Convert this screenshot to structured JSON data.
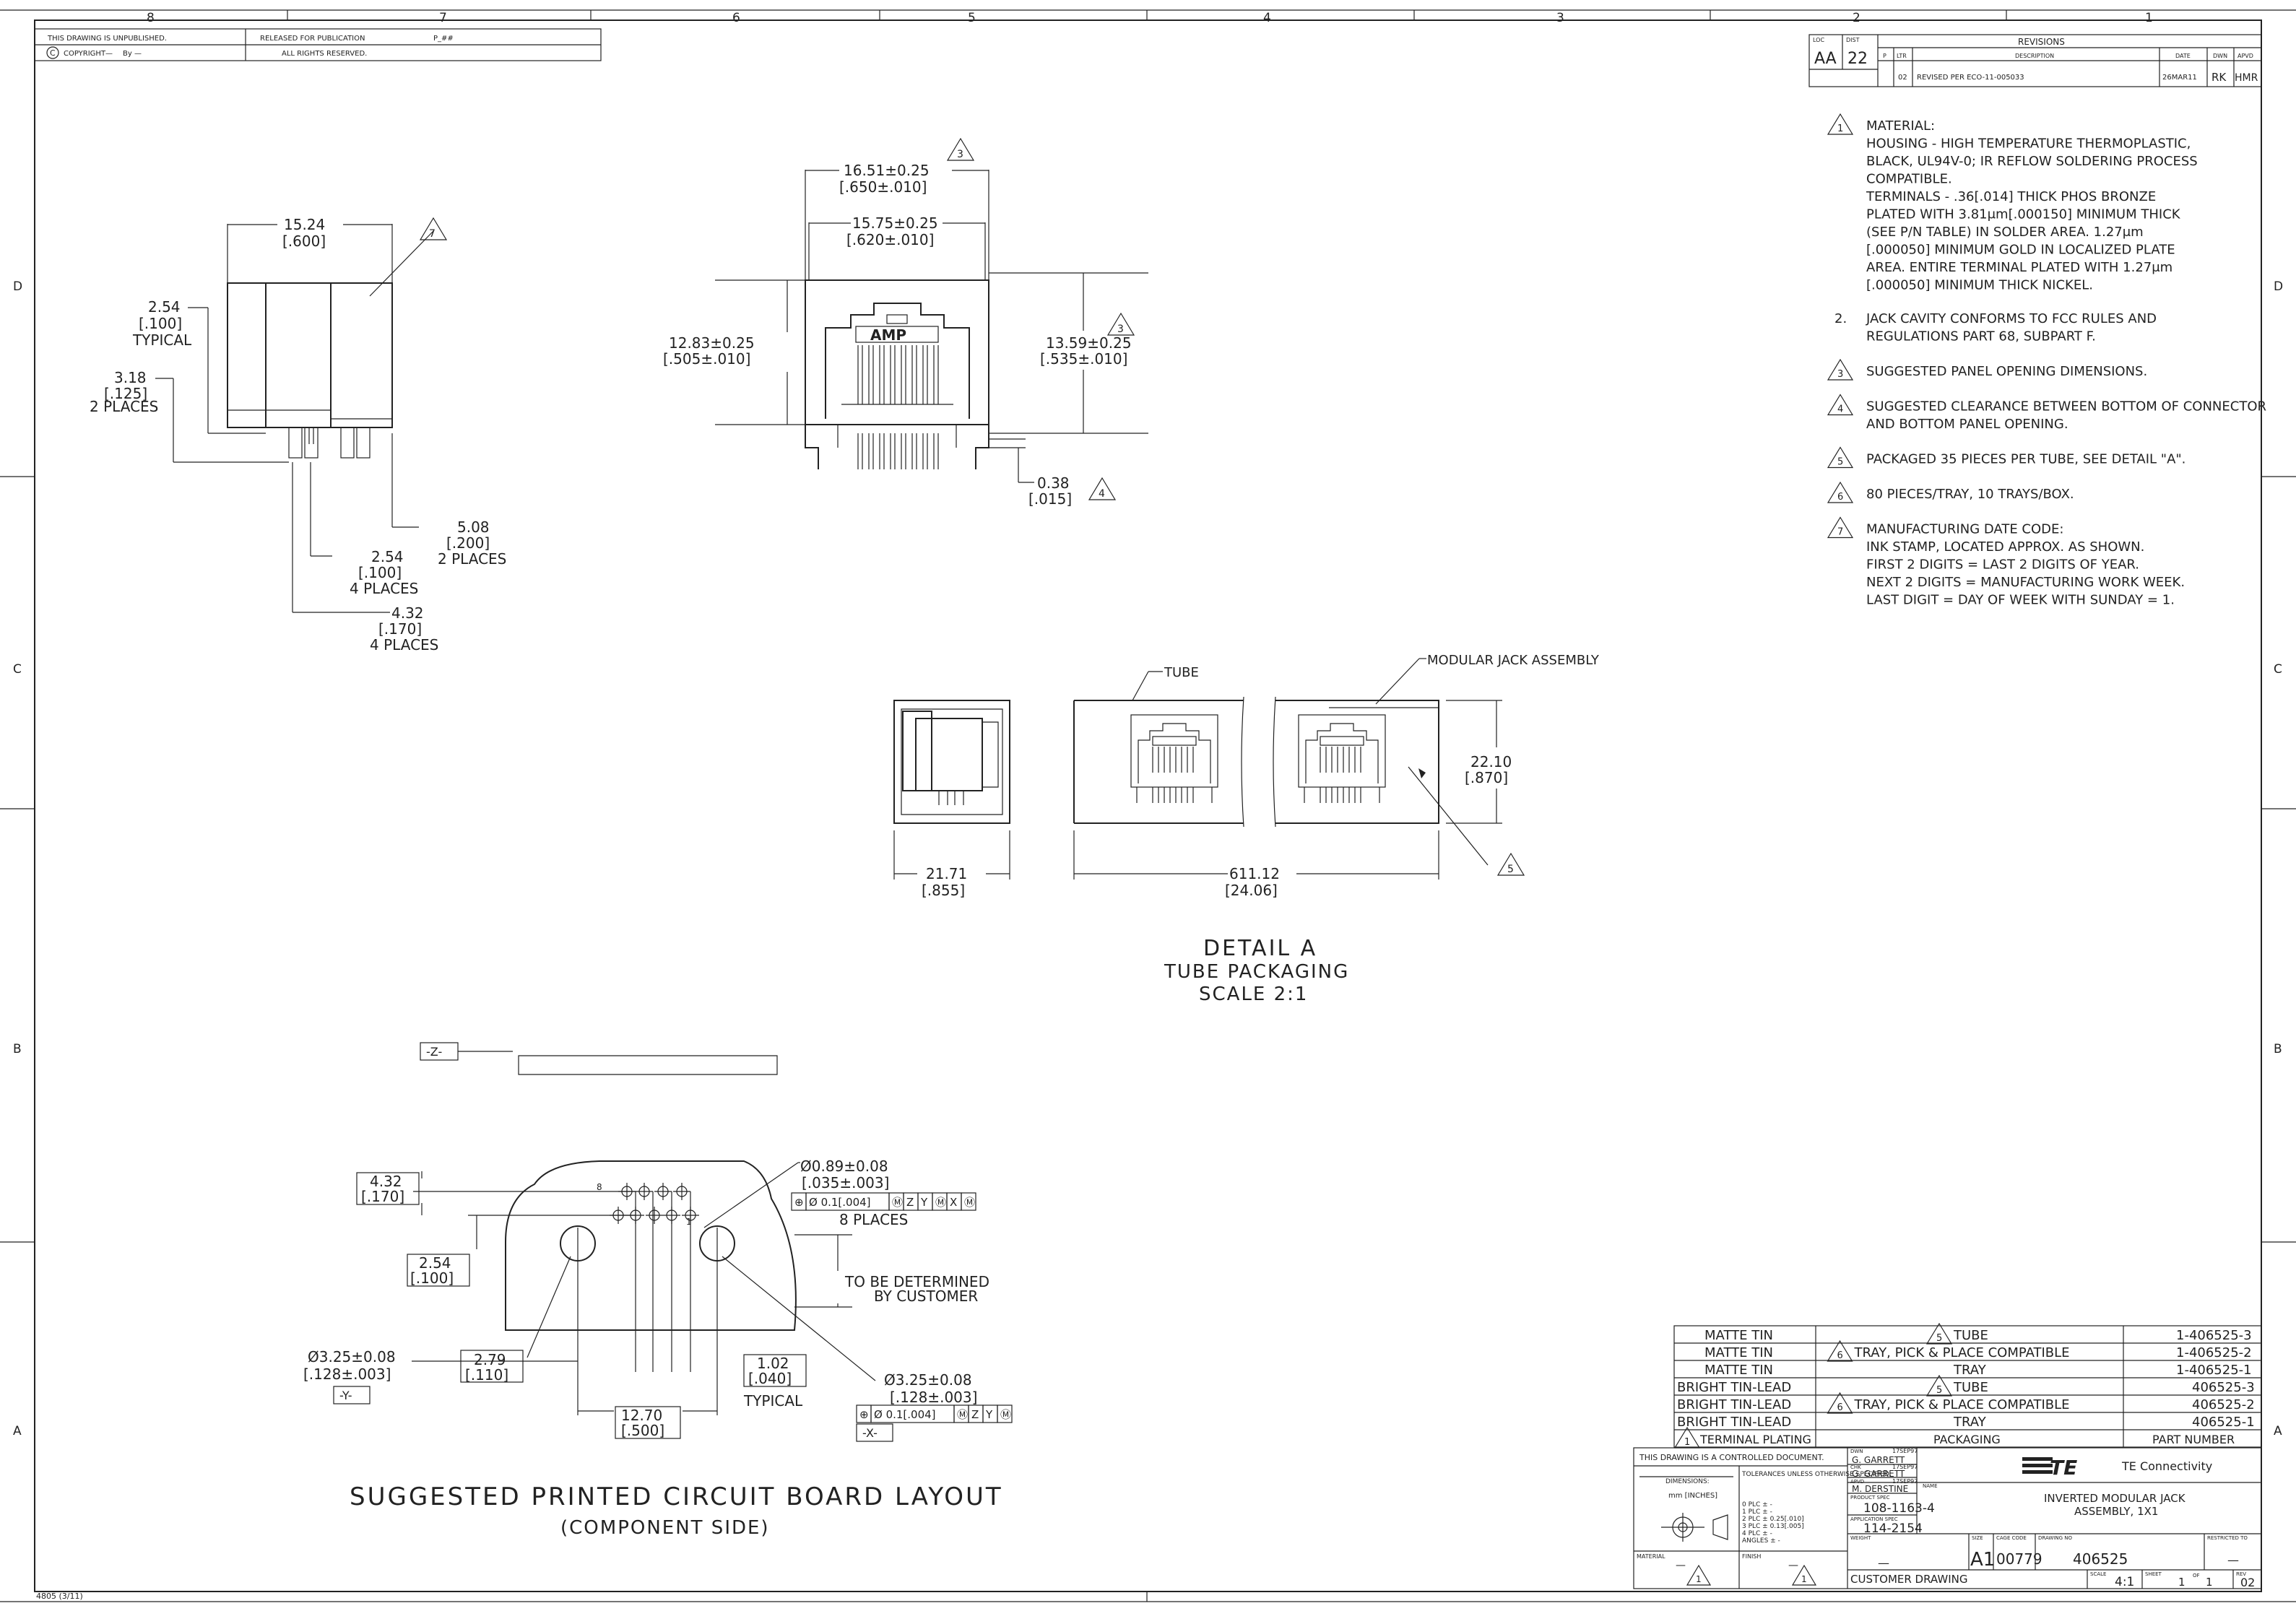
{
  "border": {
    "top_zones": [
      "8",
      "7",
      "6",
      "5",
      "4",
      "3",
      "2",
      "1"
    ],
    "side_zones": [
      "D",
      "C",
      "B",
      "A"
    ],
    "form_no": "4805 (3/11)"
  },
  "header_box": {
    "unpublished": "THIS DRAWING IS UNPUBLISHED.",
    "released": "RELEASED FOR PUBLICATION",
    "released_by": "P_##",
    "copyright": "COPYRIGHT",
    "copyright_year": "—",
    "copyright_by": "By —",
    "rights": "ALL RIGHTS RESERVED."
  },
  "revisions": {
    "title": "REVISIONS",
    "loc_label": "LOC",
    "loc_value": "AA",
    "dist_label": "DIST",
    "dist_value": "22",
    "col_p": "P",
    "col_ltr": "LTR",
    "col_desc": "DESCRIPTION",
    "col_date": "DATE",
    "col_dwn": "DWN",
    "col_apvd": "APVD",
    "rows": [
      {
        "ltr": "02",
        "desc": "REVISED PER ECO-11-005033",
        "date": "26MAR11",
        "dwn": "RK",
        "apvd": "HMR"
      }
    ]
  },
  "notes": [
    {
      "mark": "1",
      "flag": true,
      "lines": [
        "MATERIAL:",
        "HOUSING - HIGH TEMPERATURE THERMOPLASTIC,",
        "BLACK, UL94V-0; IR REFLOW SOLDERING PROCESS",
        "COMPATIBLE.",
        "TERMINALS - .36[.014] THICK PHOS BRONZE",
        "PLATED WITH 3.81μm[.000150] MINIMUM THICK",
        "(SEE P/N TABLE) IN SOLDER AREA. 1.27μm",
        "[.000050] MINIMUM GOLD IN LOCALIZED PLATE",
        "AREA. ENTIRE TERMINAL PLATED WITH 1.27μm",
        "[.000050] MINIMUM THICK NICKEL."
      ]
    },
    {
      "mark": "2.",
      "flag": false,
      "lines": [
        "JACK CAVITY CONFORMS TO FCC RULES AND",
        "REGULATIONS PART 68, SUBPART F."
      ]
    },
    {
      "mark": "3",
      "flag": true,
      "lines": [
        "SUGGESTED PANEL OPENING DIMENSIONS."
      ]
    },
    {
      "mark": "4",
      "flag": true,
      "lines": [
        "SUGGESTED CLEARANCE BETWEEN BOTTOM OF CONNECTOR",
        "AND BOTTOM PANEL OPENING."
      ]
    },
    {
      "mark": "5",
      "flag": true,
      "lines": [
        "PACKAGED 35 PIECES PER TUBE, SEE DETAIL \"A\"."
      ]
    },
    {
      "mark": "6",
      "flag": true,
      "lines": [
        "80 PIECES/TRAY, 10 TRAYS/BOX."
      ]
    },
    {
      "mark": "7",
      "flag": true,
      "lines": [
        "MANUFACTURING DATE CODE:",
        "INK STAMP, LOCATED APPROX. AS SHOWN.",
        "FIRST 2 DIGITS = LAST 2 DIGITS OF YEAR.",
        "NEXT 2 DIGITS = MANUFACTURING WORK WEEK.",
        "LAST DIGIT = DAY OF WEEK WITH SUNDAY = 1."
      ]
    }
  ],
  "side_view": {
    "width_mm": "15.24",
    "width_in": "[.600]",
    "pitch_mm": "2.54",
    "pitch_in": "[.100]",
    "pitch_note": "TYPICAL",
    "post_mm": "3.18",
    "post_in": "[.125]",
    "post_note": "2 PLACES",
    "d1_mm": "5.08",
    "d1_in": "[.200]",
    "d1_note": "2 PLACES",
    "d2_mm": "2.54",
    "d2_in": "[.100]",
    "d2_note": "4 PLACES",
    "d3_mm": "4.32",
    "d3_in": "[.170]",
    "d3_note": "4 PLACES",
    "flag": "7"
  },
  "front_view": {
    "outer_mm": "16.51±0.25",
    "outer_in": "[.650±.010]",
    "inner_mm": "15.75±0.25",
    "inner_in": "[.620±.010]",
    "left_mm": "12.83±0.25",
    "left_in": "[.505±.010]",
    "right_mm": "13.59±0.25",
    "right_in": "[.535±.010]",
    "clear_mm": "0.38",
    "clear_in": "[.015]",
    "logo": "AMP",
    "flag_outer": "3",
    "flag_right": "3",
    "flag_clear": "4"
  },
  "detail_a": {
    "tube_label": "TUBE",
    "assy_label": "MODULAR JACK ASSEMBLY",
    "w_mm": "21.71",
    "w_in": "[.855]",
    "len_mm": "611.12",
    "len_in": "[24.06]",
    "h_mm": "22.10",
    "h_in": "[.870]",
    "flag": "5",
    "title1": "DETAIL A",
    "title2": "TUBE PACKAGING",
    "title3": "SCALE 2:1"
  },
  "pcb": {
    "datum_z": "-Z-",
    "hole_dia": "Ø0.89±0.08",
    "hole_dia_in": "[.035±.003]",
    "hole_fcf": [
      "⊕",
      "Ø 0.1[.004]",
      "Ⓜ",
      "Z",
      "Y",
      "Ⓜ",
      "X",
      "Ⓜ"
    ],
    "hole_note": "8 PLACES",
    "row_mm": "4.32",
    "row_in": "[.170]",
    "pitch_mm": "2.54",
    "pitch_in": "[.100]",
    "tbd": [
      "TO BE DETERMINED",
      "BY CUSTOMER"
    ],
    "post_l_dia": "Ø3.25±0.08",
    "post_l_in": "[.128±.003]",
    "datum_y": "-Y-",
    "c1_mm": "2.79",
    "c1_in": "[.110]",
    "c2_mm": "1.02",
    "c2_in": "[.040]",
    "c2_note": "TYPICAL",
    "c3_mm": "12.70",
    "c3_in": "[.500]",
    "post_r_dia": "Ø3.25±0.08",
    "post_r_in": "[.128±.003]",
    "post_r_fcf": [
      "⊕",
      "Ø 0.1[.004]",
      "Ⓜ",
      "Z",
      "Y",
      "Ⓜ"
    ],
    "datum_x": "-X-",
    "pin_8": "8",
    "pin_1": "1",
    "title": "SUGGESTED PRINTED CIRCUIT BOARD LAYOUT",
    "subtitle": "(COMPONENT SIDE)"
  },
  "pn_table": {
    "rows": [
      {
        "plating": "MATTE TIN",
        "flag": "5",
        "pack": "TUBE",
        "pn": "1-406525-3"
      },
      {
        "plating": "MATTE TIN",
        "flag": "6",
        "pack": "TRAY, PICK & PLACE COMPATIBLE",
        "pn": "1-406525-2"
      },
      {
        "plating": "MATTE TIN",
        "flag": "",
        "pack": "TRAY",
        "pn": "1-406525-1"
      },
      {
        "plating": "BRIGHT TIN-LEAD",
        "flag": "5",
        "pack": "TUBE",
        "pn": "406525-3"
      },
      {
        "plating": "BRIGHT TIN-LEAD",
        "flag": "6",
        "pack": "TRAY, PICK & PLACE COMPATIBLE",
        "pn": "406525-2"
      },
      {
        "plating": "BRIGHT TIN-LEAD",
        "flag": "",
        "pack": "TRAY",
        "pn": "406525-1"
      }
    ],
    "h_flag": "1",
    "h_plating": "TERMINAL PLATING",
    "h_pack": "PACKAGING",
    "h_pn": "PART NUMBER"
  },
  "title_block": {
    "controlled": "THIS DRAWING IS A CONTROLLED DOCUMENT.",
    "dim_label": "DIMENSIONS:",
    "dim_units": "mm [INCHES]",
    "tol_label": "TOLERANCES UNLESS OTHERWISE SPECIFIED:",
    "tol_rows": [
      "0 PLC  ± -",
      "1 PLC  ± -",
      "2 PLC  ± 0.25[.010]",
      "3 PLC  ± 0.13[.005]",
      "4 PLC  ± -",
      "ANGLES  ± -"
    ],
    "dwn_label": "DWN",
    "dwn_name": "G. GARRETT",
    "dwn_date": "17SEP97",
    "chk_label": "CHK",
    "chk_name": "G. GARRETT",
    "chk_date": "17SEP97",
    "apvd_label": "APVD",
    "apvd_name": "M. DERSTINE",
    "apvd_date": "17SEP97",
    "prod_spec_label": "PRODUCT SPEC",
    "prod_spec": "108-1163-4",
    "app_spec_label": "APPLICATION SPEC",
    "app_spec": "114-2154",
    "weight_label": "WEIGHT",
    "weight": "—",
    "material_label": "MATERIAL",
    "material_flag": "1",
    "finish_label": "FINISH",
    "finish_value": "—",
    "finish_flag": "1",
    "company": "TE Connectivity",
    "logo": "TE",
    "name_label": "NAME",
    "name": [
      "INVERTED MODULAR JACK",
      "ASSEMBLY, 1X1"
    ],
    "size_label": "SIZE",
    "size": "A1",
    "cage_label": "CAGE CODE",
    "cage": "00779",
    "dwg_label": "DRAWING NO",
    "dwg": "406525",
    "restricted_label": "RESTRICTED TO",
    "restricted": "—",
    "customer_drawing": "CUSTOMER DRAWING",
    "scale_label": "SCALE",
    "scale": "4:1",
    "sheet_label": "SHEET",
    "sheet": "1",
    "of": "OF",
    "of_total": "1",
    "rev_label": "REV",
    "rev": "02"
  }
}
